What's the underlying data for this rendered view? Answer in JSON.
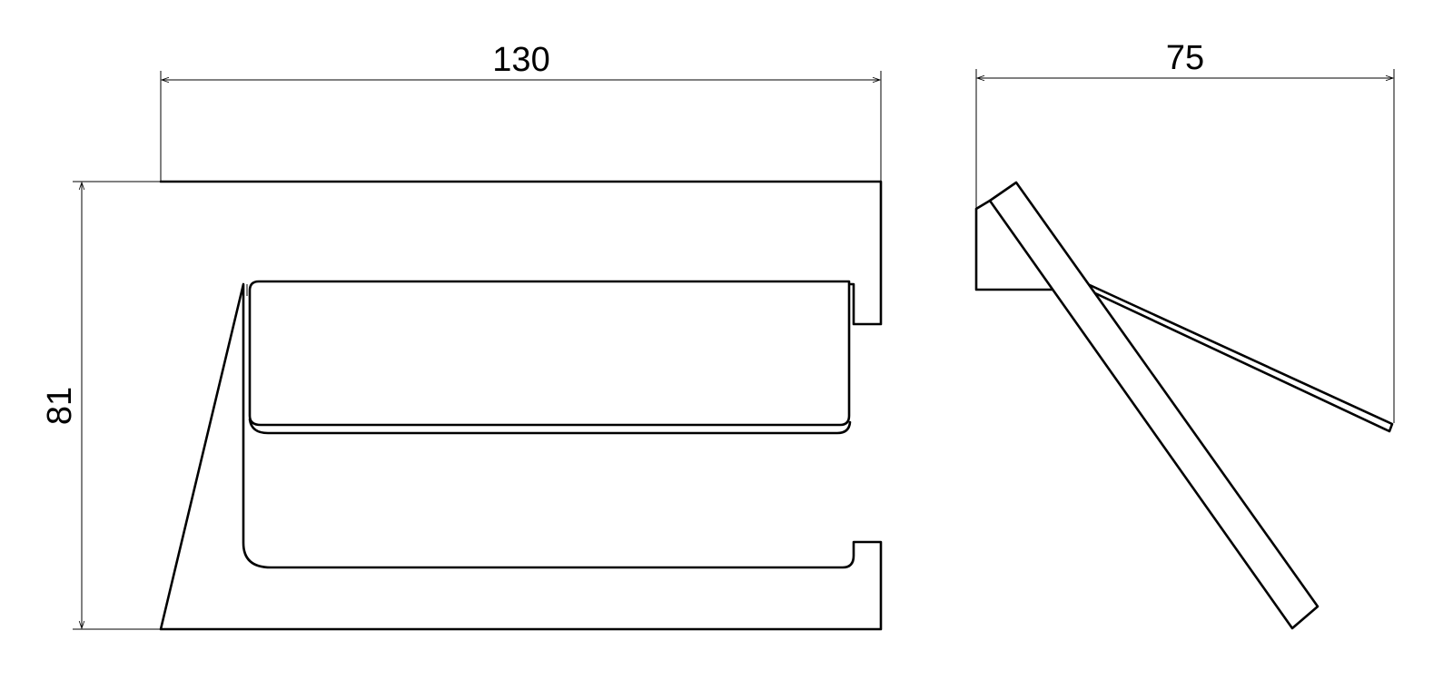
{
  "drawing": {
    "dimensions": {
      "width": "130",
      "height": "81",
      "depth": "75"
    },
    "stroke_color": "#000000",
    "background_color": "#ffffff"
  }
}
